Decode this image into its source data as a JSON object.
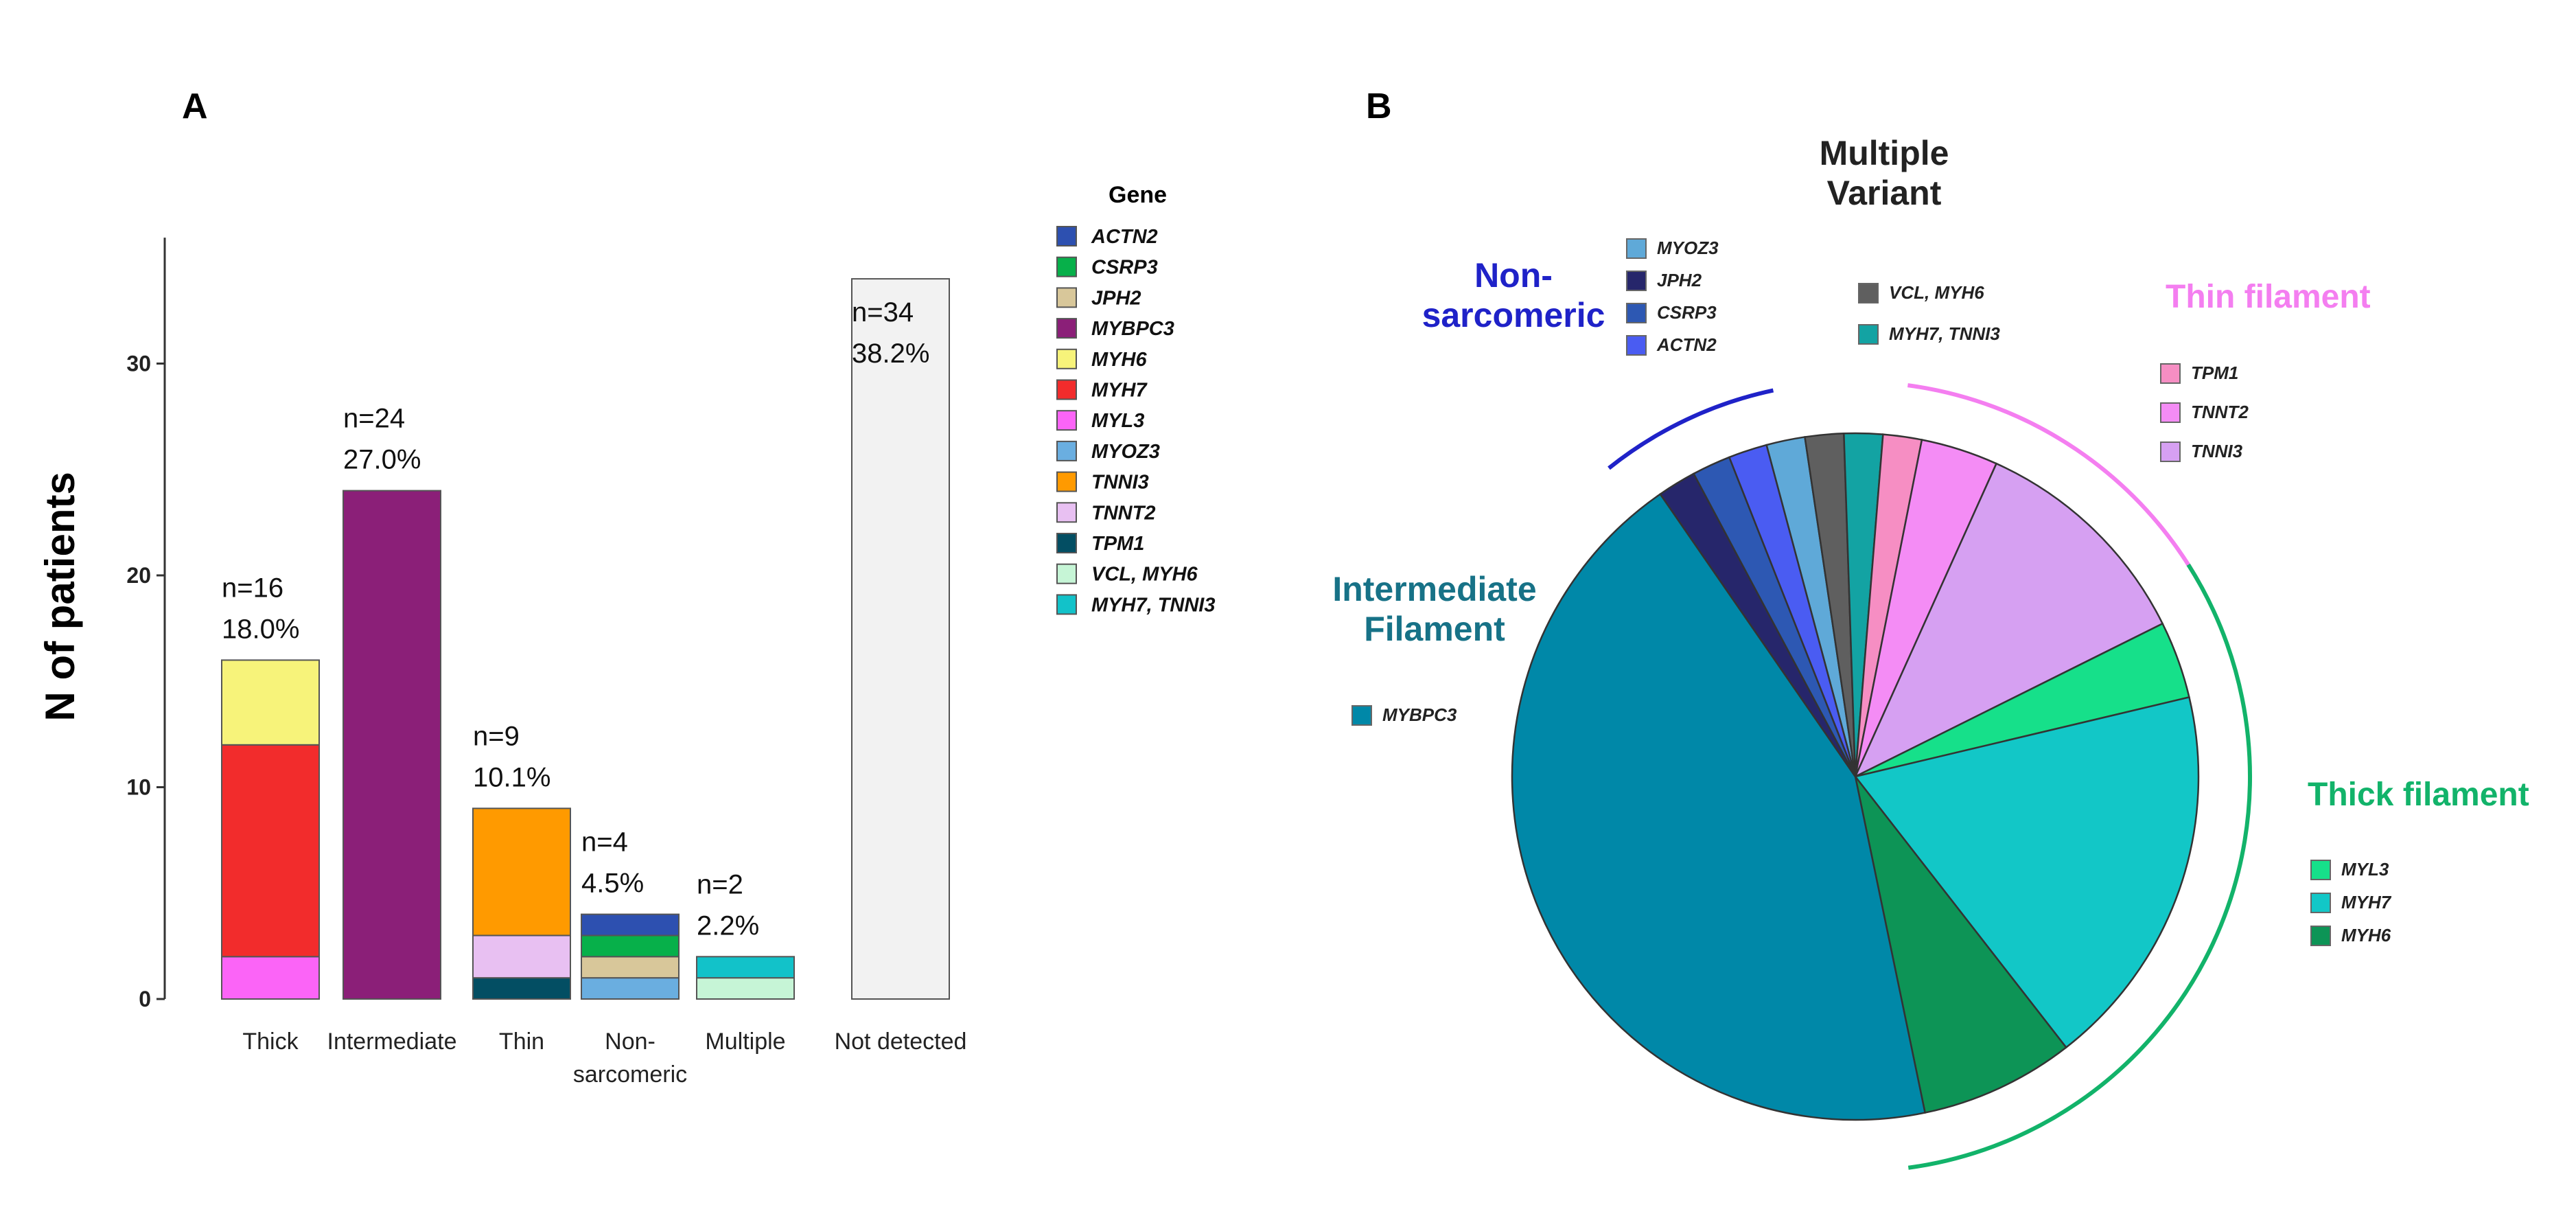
{
  "panel_a": {
    "label": "A",
    "chart_data": {
      "type": "bar",
      "stacked": true,
      "ylabel": "N  of patients",
      "ylim": [
        0,
        34
      ],
      "yticks": [
        0,
        10,
        20,
        30
      ],
      "categories": [
        "Thick",
        "Intermediate",
        "Thin",
        "Non-sarcomeric",
        "Multiple",
        "Not detected"
      ],
      "category_labels": [
        [
          "Thick"
        ],
        [
          "Intermediate"
        ],
        [
          "Thin"
        ],
        [
          "Non-",
          "sarcomeric"
        ],
        [
          "Multiple"
        ],
        [
          "Not detected"
        ]
      ],
      "totals": [
        16,
        24,
        9,
        4,
        2,
        34
      ],
      "annotations": [
        [
          "n=16",
          "18.0%"
        ],
        [
          "n=24",
          "27.0%"
        ],
        [
          "n=9",
          "10.1%"
        ],
        [
          "n=4",
          "4.5%"
        ],
        [
          "n=2",
          "2.2%"
        ],
        [
          "n=34",
          "38.2%"
        ]
      ],
      "stacks": [
        [
          {
            "gene": "MYL3",
            "value": 2
          },
          {
            "gene": "MYH7",
            "value": 10
          },
          {
            "gene": "MYH6",
            "value": 4
          }
        ],
        [
          {
            "gene": "MYBPC3",
            "value": 24
          }
        ],
        [
          {
            "gene": "TPM1",
            "value": 1
          },
          {
            "gene": "TNNT2",
            "value": 2
          },
          {
            "gene": "TNNI3",
            "value": 6
          }
        ],
        [
          {
            "gene": "MYOZ3",
            "value": 1
          },
          {
            "gene": "JPH2",
            "value": 1
          },
          {
            "gene": "CSRP3",
            "value": 1
          },
          {
            "gene": "ACTN2",
            "value": 1
          }
        ],
        [
          {
            "gene": "VCL, MYH6",
            "value": 1
          },
          {
            "gene": "MYH7, TNNI3",
            "value": 1
          }
        ],
        [
          {
            "gene": "Not detected",
            "value": 34
          }
        ]
      ],
      "legend_title": "Gene",
      "legend": [
        {
          "name": "ACTN2",
          "color": "#2d50b0"
        },
        {
          "name": "CSRP3",
          "color": "#07b04a"
        },
        {
          "name": "JPH2",
          "color": "#d8c79a"
        },
        {
          "name": "MYBPC3",
          "color": "#8b1f78"
        },
        {
          "name": "MYH6",
          "color": "#f7f37a"
        },
        {
          "name": "MYH7",
          "color": "#f22c2c"
        },
        {
          "name": "MYL3",
          "color": "#fb64f7"
        },
        {
          "name": "MYOZ3",
          "color": "#6aaee0"
        },
        {
          "name": "TNNI3",
          "color": "#ff9a00"
        },
        {
          "name": "TNNT2",
          "color": "#e8c0f2"
        },
        {
          "name": "TPM1",
          "color": "#034e63"
        },
        {
          "name": "VCL, MYH6",
          "color": "#c6f5d6"
        },
        {
          "name": "MYH7, TNNI3",
          "color": "#12c2c9"
        }
      ],
      "not_detected_color": "#f2f2f2"
    }
  },
  "panel_b": {
    "label": "B",
    "chart_data": {
      "type": "pie",
      "slices": [
        {
          "name": "MYOZ3",
          "value": 1,
          "color": "#5fa9d8"
        },
        {
          "name": "VCL, MYH6",
          "value": 1,
          "color": "#5f5f5f"
        },
        {
          "name": "MYH7, TNNI3",
          "value": 1,
          "color": "#13a3a3"
        },
        {
          "name": "TPM1",
          "value": 1,
          "color": "#f68ec3"
        },
        {
          "name": "TNNT2",
          "value": 2,
          "color": "#f48cf5"
        },
        {
          "name": "TNNI3",
          "value": 6,
          "color": "#d6a0f2"
        },
        {
          "name": "MYL3",
          "value": 2,
          "color": "#16e08a"
        },
        {
          "name": "MYH7",
          "value": 10,
          "color": "#12c7c7"
        },
        {
          "name": "MYH6",
          "value": 4,
          "color": "#0d9456"
        },
        {
          "name": "MYBPC3",
          "value": 24,
          "color": "#0088a8"
        },
        {
          "name": "JPH2",
          "value": 1,
          "color": "#26266b"
        },
        {
          "name": "CSRP3",
          "value": 1,
          "color": "#2d58b3"
        },
        {
          "name": "ACTN2",
          "value": 1,
          "color": "#4a5cf2"
        }
      ],
      "groups": [
        {
          "key": "non_sarcomeric",
          "title": [
            "Non-",
            "sarcomeric"
          ],
          "color": "#1f22c8",
          "items": [
            {
              "name": "MYOZ3",
              "color": "#5fa9d8"
            },
            {
              "name": "JPH2",
              "color": "#26266b"
            },
            {
              "name": "CSRP3",
              "color": "#2d58b3"
            },
            {
              "name": "ACTN2",
              "color": "#4a5cf2"
            }
          ]
        },
        {
          "key": "multiple",
          "title": [
            "Multiple",
            "Variant"
          ],
          "color": "#222222",
          "items": [
            {
              "name": "VCL, MYH6",
              "color": "#5f5f5f"
            },
            {
              "name": "MYH7, TNNI3",
              "color": "#13a3a3"
            }
          ]
        },
        {
          "key": "thin",
          "title": [
            "Thin filament"
          ],
          "color": "#f47ef0",
          "items": [
            {
              "name": "TPM1",
              "color": "#f68ec3"
            },
            {
              "name": "TNNT2",
              "color": "#f48cf5"
            },
            {
              "name": "TNNI3",
              "color": "#d6a0f2"
            }
          ]
        },
        {
          "key": "intermediate",
          "title": [
            "Intermediate",
            "Filament"
          ],
          "color": "#177287",
          "items": [
            {
              "name": "MYBPC3",
              "color": "#0088a8"
            }
          ]
        },
        {
          "key": "thick",
          "title": [
            "Thick filament"
          ],
          "color": "#12b36a",
          "items": [
            {
              "name": "MYL3",
              "color": "#16e08a"
            },
            {
              "name": "MYH7",
              "color": "#12c7c7"
            },
            {
              "name": "MYH6",
              "color": "#0d9456"
            }
          ]
        }
      ]
    }
  }
}
